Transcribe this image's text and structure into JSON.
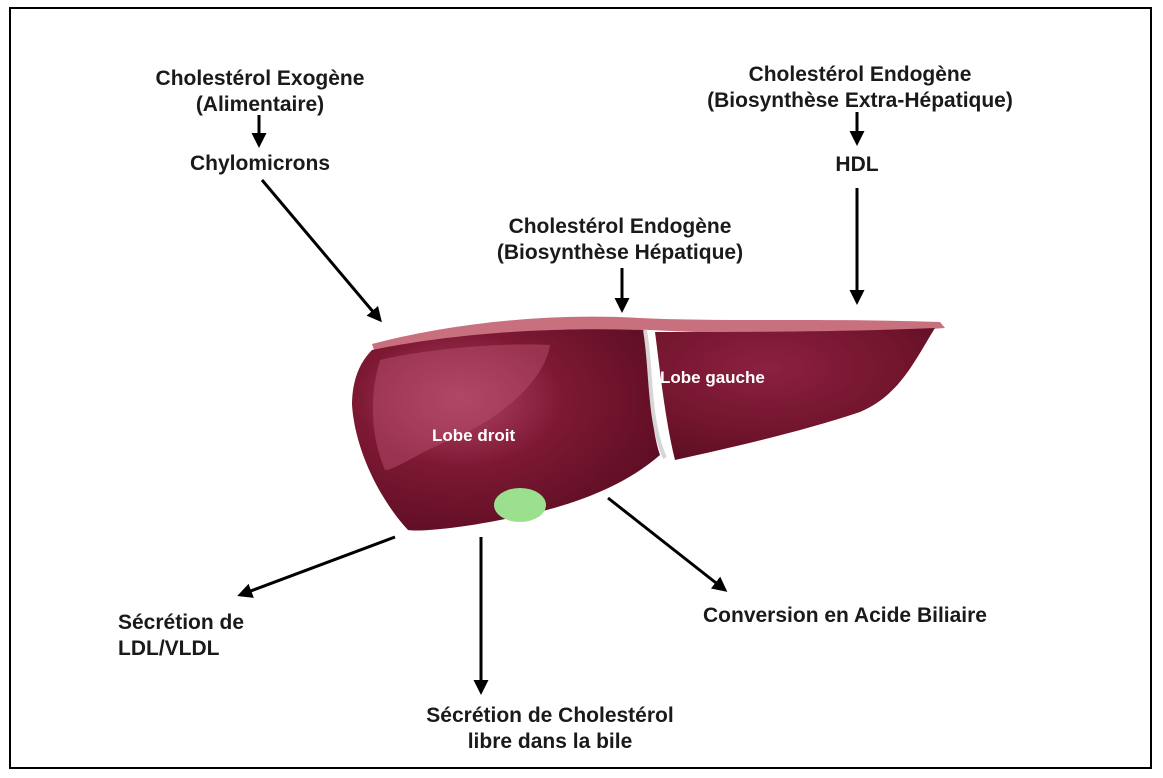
{
  "labels": {
    "exogenous": {
      "line1": "Cholestérol Exogène",
      "line2": "(Alimentaire)"
    },
    "chylomicrons": "Chylomicrons",
    "endogenous_extra": {
      "line1": "Cholestérol Endogène",
      "line2": "(Biosynthèse Extra-Hépatique)"
    },
    "hdl": "HDL",
    "endogenous_hepatic": {
      "line1": "Cholestérol Endogène",
      "line2": "(Biosynthèse Hépatique)"
    },
    "lobe_right": "Lobe droit",
    "lobe_left": "Lobe gauche",
    "ldl_secretion": {
      "line1": "Sécrétion de",
      "line2": "LDL/VLDL"
    },
    "bile_acid": "Conversion en Acide Biliaire",
    "bile_secretion": {
      "line1": "Sécrétion de Cholestérol",
      "line2": "libre dans la bile"
    }
  },
  "colors": {
    "liver_dark": "#5e0f24",
    "liver_mid": "#7d1833",
    "liver_light": "#a63a5a",
    "liver_rim": "#c9707e",
    "gallbladder": "#9be08e",
    "arrow": "#000000"
  }
}
